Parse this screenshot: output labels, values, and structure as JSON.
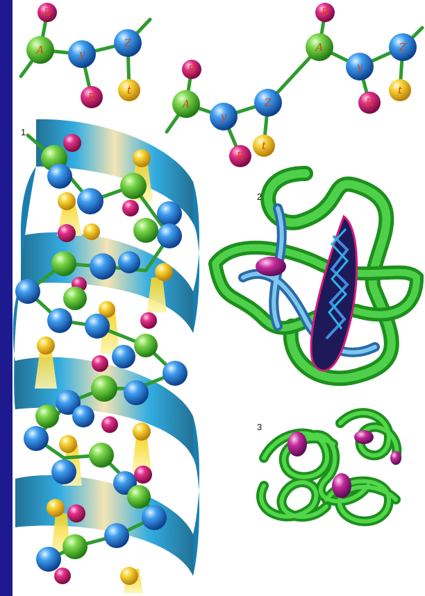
{
  "labels": {
    "helix": "1",
    "tertiary": "2",
    "quaternary": "3"
  },
  "atom_letters": {
    "b": "B",
    "a": "A",
    "y": "y",
    "z": "Z",
    "r": "R",
    "t": "t",
    "k": "K"
  },
  "colors": {
    "background": "#1d1a8f",
    "panel": "#ffffff",
    "ribbon": "#29a9e0",
    "ribbon_dark": "#16698f",
    "green_atom": "#3fb42a",
    "blue_atom": "#1e7bd6",
    "magenta_atom": "#d21c78",
    "yellow_atom": "#f2c21a",
    "tube_green": "#2fb52a",
    "tube_blue": "#4aa6d8",
    "letter": "#d4421e"
  }
}
